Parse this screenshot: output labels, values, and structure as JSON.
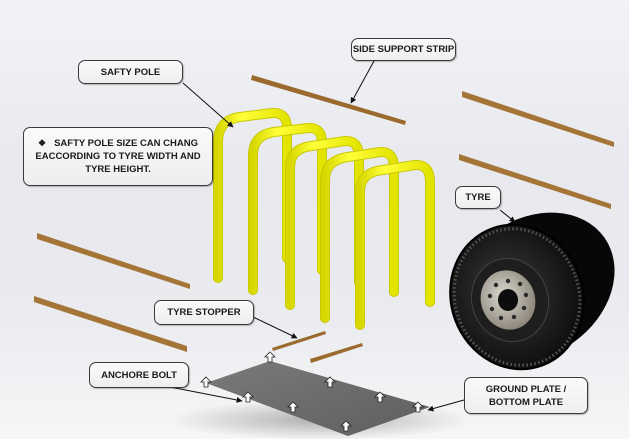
{
  "diagram": {
    "title": "",
    "labels": {
      "safety_pole": "SAFTY POLE",
      "side_support_strip": "SIDE SUPPORT STRIP",
      "tyre": "TYRE",
      "tyre_stopper": "TYRE STOPPER",
      "anchor_bolt": "ANCHORE BOLT",
      "ground_plate_line1": "GROUND PLATE /",
      "ground_plate_line2": "BOTTOM PLATE"
    },
    "note": {
      "bullet": "❖",
      "line1": "SAFTY POLE SIZE CAN CHANG",
      "line2": "EACCORDING TO TYRE WIDTH AND",
      "line3": "TYRE HEIGHT."
    },
    "components": {
      "safety_pole_count": 5,
      "side_support_strip_count": 5,
      "tyre_stopper_count": 2,
      "anchor_bolt_count": 8
    },
    "colors": {
      "pole": "#f2f20a",
      "strip": "#9a6a2e",
      "plate": "#6e6e6e",
      "tyre": "#121212",
      "rim": "#b9b3a6"
    }
  }
}
